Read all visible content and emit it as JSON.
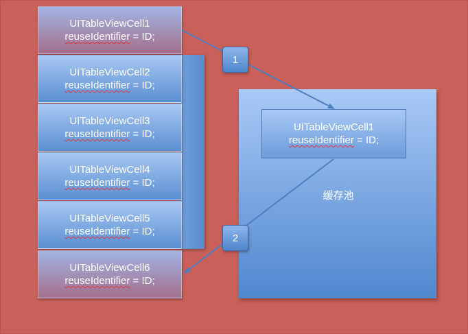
{
  "cells": [
    {
      "name": "UITableViewCell1",
      "rid": "reuseIdentifier",
      "rest": " = ID;"
    },
    {
      "name": "UITableViewCell2",
      "rid": "reuseIdentifier",
      "rest": " = ID;"
    },
    {
      "name": "UITableViewCell3",
      "rid": "reuseIdentifier",
      "rest": " = ID;"
    },
    {
      "name": "UITableViewCell4",
      "rid": "reuseIdentifier",
      "rest": " = ID;"
    },
    {
      "name": "UITableViewCell5",
      "rid": "reuseIdentifier",
      "rest": " = ID;"
    },
    {
      "name": "UITableViewCell6",
      "rid": "reuseIdentifier",
      "rest": " = ID;"
    }
  ],
  "pool": {
    "label": "缓存池",
    "cell": {
      "name": "UITableViewCell1",
      "rid": "reuseIdentifier",
      "rest": " = ID;"
    }
  },
  "steps": {
    "one": "1",
    "two": "2"
  },
  "colors": {
    "background": "#c9605a",
    "cell_blue_top": "#a7c7f3",
    "cell_blue_bottom": "#5b8fd1",
    "cell_purple_bottom": "#a36f8c",
    "arrow": "#4d7fc0",
    "squiggle": "#e0353a"
  }
}
